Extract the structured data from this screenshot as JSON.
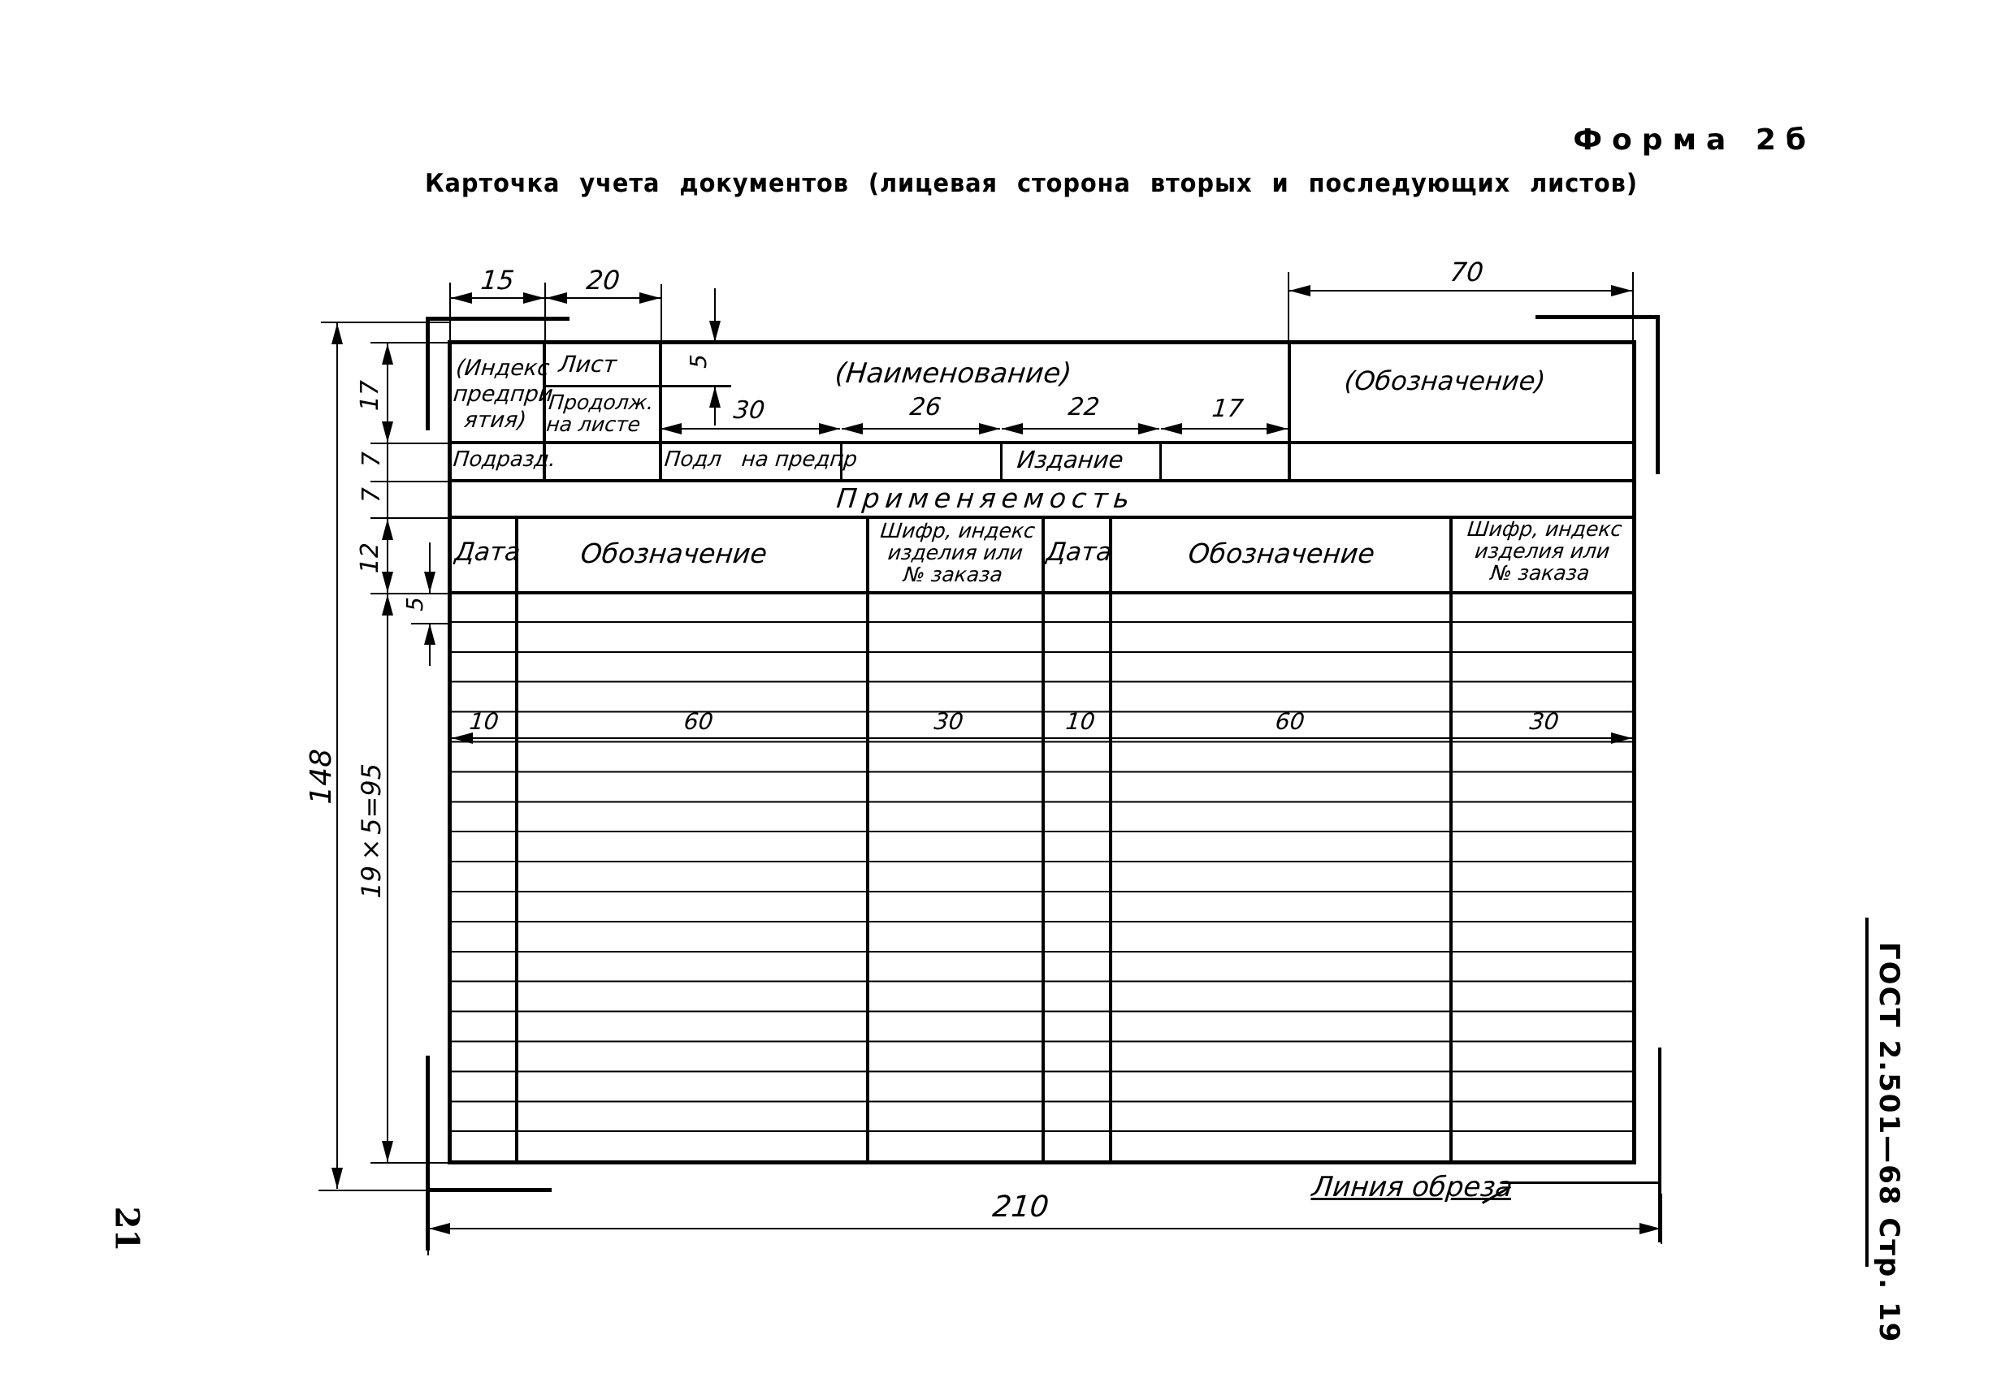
{
  "header": {
    "form_number": "Форма 2б",
    "title": "Карточка учета документов (лицевая сторона вторых и последующих листов)"
  },
  "card": {
    "top_block": {
      "enterprise_index": "(Индекс предпри­ятия)",
      "enterprise_index_lines": [
        "(Индекс",
        "предпри",
        "ятия)"
      ],
      "sheet": "Лист",
      "continued_on_sheet_lines": [
        "Продолж.",
        "на листе"
      ],
      "name": "(Наименование)",
      "designation": "(Обозначение)",
      "subdivision": "Подразд.",
      "original_at_enterprise": "Подл   на предпр",
      "edition": "Издание",
      "applicability": "Применяемость"
    },
    "columns": {
      "left": [
        {
          "label": "Дата",
          "width_mm": "10"
        },
        {
          "label": "Обозначение",
          "width_mm": "60"
        },
        {
          "label_lines": [
            "Шифр, индекс",
            "изделия или",
            "№ заказа"
          ],
          "width_mm": "30"
        }
      ],
      "right": [
        {
          "label": "Дата",
          "width_mm": "10"
        },
        {
          "label": "Обозначение",
          "width_mm": "60"
        },
        {
          "label_lines": [
            "Шифр, индекс",
            "изделия или",
            "№ заказа"
          ],
          "width_mm": "30"
        }
      ]
    },
    "body_row_count": 19
  },
  "dimensions": {
    "top_col_15": "15",
    "top_col_20": "20",
    "top_designation_70": "70",
    "header_split_5": "5",
    "field_30": "30",
    "field_26": "26",
    "field_22": "22",
    "field_17": "17",
    "row_17": "17",
    "row_7a": "7",
    "row_7b": "7",
    "row_12": "12",
    "row_5": "5",
    "body_rows": "19×5=95",
    "total_height": "148",
    "total_width": "210",
    "col_10a": "10",
    "col_60a": "60",
    "col_30a": "30",
    "col_10b": "10",
    "col_60b": "60",
    "col_30b": "30"
  },
  "cut_line_label": "Линия обреза",
  "footer": {
    "standard_ref": "ГОСТ 2.501—68 Стр. 19",
    "page_number": "21"
  }
}
